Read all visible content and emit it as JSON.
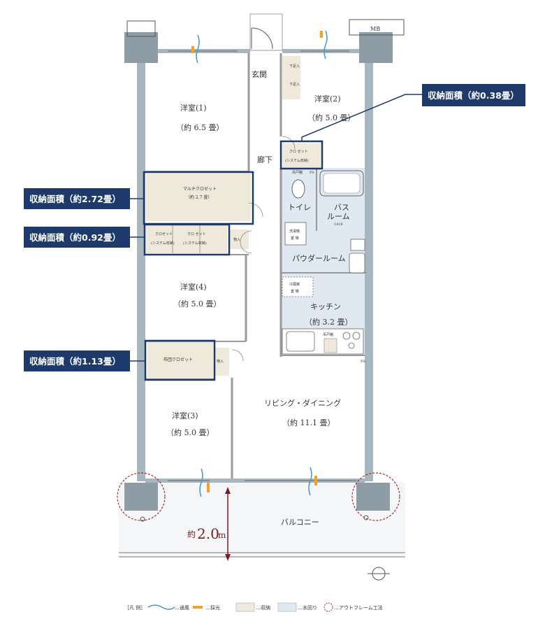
{
  "rooms": {
    "mb": "MB",
    "entrance": "玄関",
    "shoe1": "下足入",
    "shoe2": "下足入",
    "western1": "洋室(1)",
    "western1_area": "（約 6.5 畳）",
    "western2": "洋室(2)",
    "western2_area": "（約 5.0 畳）",
    "hallway": "廊下",
    "closet_sys_top": "クロ ゼット",
    "closet_sys_sub": "(システム収納)",
    "multi_closet": "マルチクロゼット",
    "multi_closet_area": "（約 2.7 畳）",
    "closet_a": "クロゼット",
    "closet_b": "クロ ゼット",
    "closet_sys_a": "(システム収納)",
    "closet_sys_b": "(システム収納)",
    "storage1": "物入",
    "storage2": "物入",
    "toilet": "トイレ",
    "bath": "バス",
    "bath2": "ルーム",
    "bath_size": "1418",
    "washer": "洗濯機",
    "washer2": "置 場",
    "powder": "パウダールーム",
    "western4": "洋室(4)",
    "western4_area": "（約 5.0 畳）",
    "fridge": "冷蔵庫",
    "fridge2": "置 場",
    "kitchen": "キッチン",
    "kitchen_area": "（約 3.2 畳）",
    "futon_closet": "布団クロゼット",
    "living": "リビング・ダイニング",
    "living_area": "（約 11.1 畳）",
    "western3": "洋室(3)",
    "western3_area": "（約 5.0 畳）",
    "balcony": "バルコニー",
    "ps1": "PS",
    "ps2": "PS",
    "shoe_storage": "吊戸棚",
    "food_storage": "吊戸棚"
  },
  "callouts": {
    "c1": "収納面積（約0.38畳）",
    "c2": "収納面積（約2.72畳）",
    "c3": "収納面積（約0.92畳）",
    "c4": "収納面積（約1.13畳）"
  },
  "dimension": {
    "prefix": "約",
    "value": "2.0",
    "unit": "m"
  },
  "legend": {
    "title": "［凡 例］",
    "ventilation": "…通風",
    "light": "…採光",
    "storage": "…収納",
    "water": "…水回り",
    "outframe": "…アウトフレーム工法"
  },
  "colors": {
    "callout": "#1d3a6b",
    "storage": "#efe9dc",
    "water": "#e0e8f2",
    "wall": "#a7b6bf",
    "column": "#8e9ca5",
    "outframe": "#a0322d",
    "light": "#f2a12a",
    "wind": "#4a98c8"
  }
}
